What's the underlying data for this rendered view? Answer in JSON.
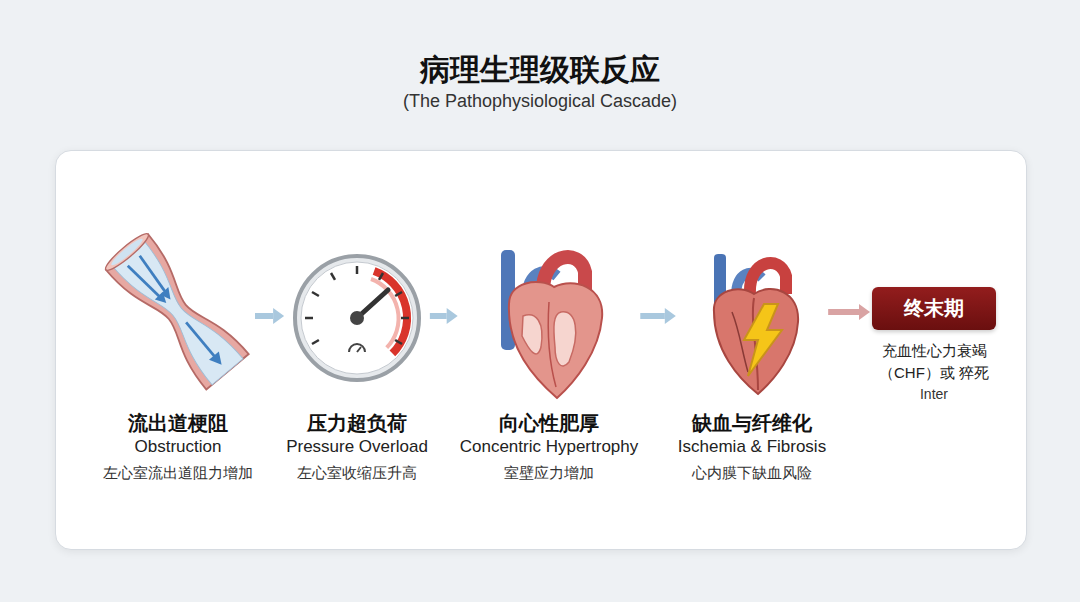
{
  "diagram": {
    "title": "病理生理级联反应",
    "nodes": [
      {
        "text": [
          "流出道梗阻",
          "Obstruction",
          "左心室流出道阻力增加"
        ]
      },
      {
        "text": [
          "压力超负荷",
          "Pressure Overload",
          "左心室收缩压升高"
        ]
      },
      {
        "text": [
          "向心性肥厚",
          "Concentric Hypertrophy",
          "室壁应力增加"
        ]
      },
      {
        "text": [
          "缺血与纤维化",
          "Ischemia & Fibrosis",
          "心内膜下缺血风险"
        ]
      },
      {
        "text": [
          "终末期",
          "充血性心力衰竭 （CHF）或 猝死",
          "Inter"
        ]
      }
    ],
    "edges": [
      {
        "from": 0,
        "to": 1,
        "arrow": "to"
      },
      {
        "from": 1,
        "to": 2,
        "arrow": "to"
      },
      {
        "from": 2,
        "to": 3,
        "arrow": "to"
      },
      {
        "from": 3,
        "to": 4,
        "arrow": "to"
      }
    ],
    "labels": [
      "(The Pathophysiological Cascade)"
    ]
  }
}
